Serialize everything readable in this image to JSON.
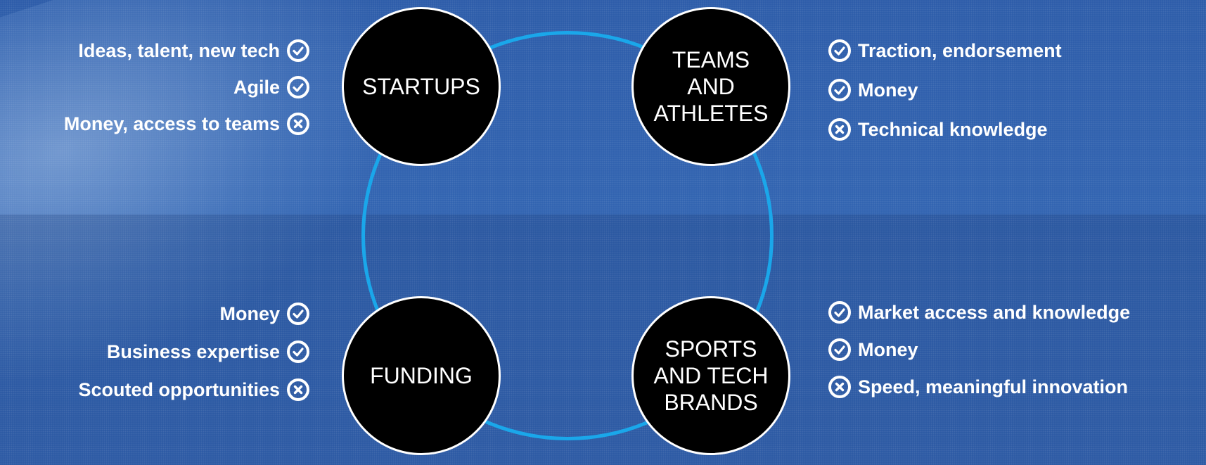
{
  "colors": {
    "ring": "#1aa7ea",
    "node_fill": "#000000",
    "text": "#ffffff"
  },
  "nodes": {
    "startups": "STARTUPS",
    "teams": "TEAMS\nAND\nATHLETES",
    "funding": "FUNDING",
    "brands": "SPORTS\nAND TECH\nBRANDS"
  },
  "startups_list": [
    {
      "text": "Ideas, talent, new tech",
      "icon": "check-icon"
    },
    {
      "text": "Agile",
      "icon": "check-icon"
    },
    {
      "text": "Money, access to teams",
      "icon": "cross-icon"
    }
  ],
  "teams_list": [
    {
      "text": "Traction, endorsement",
      "icon": "check-icon"
    },
    {
      "text": "Money",
      "icon": "check-icon"
    },
    {
      "text": "Technical knowledge",
      "icon": "cross-icon"
    }
  ],
  "funding_list": [
    {
      "text": "Money",
      "icon": "check-icon"
    },
    {
      "text": "Business expertise",
      "icon": "check-icon"
    },
    {
      "text": "Scouted opportunities",
      "icon": "cross-icon"
    }
  ],
  "brands_list": [
    {
      "text": "Market access and knowledge",
      "icon": "check-icon"
    },
    {
      "text": "Money",
      "icon": "check-icon"
    },
    {
      "text": "Speed, meaningful innovation",
      "icon": "cross-icon"
    }
  ]
}
